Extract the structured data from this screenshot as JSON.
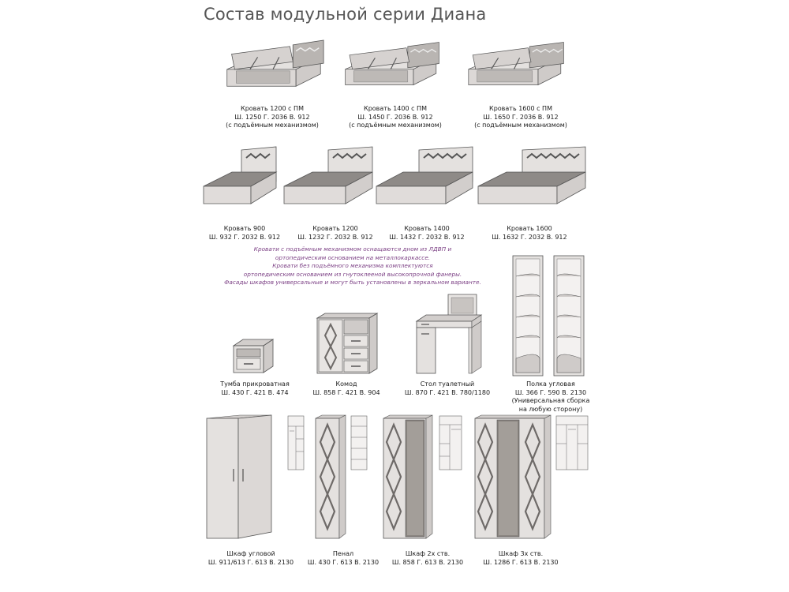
{
  "title": "Состав модульной серии Диана",
  "lift_beds": [
    {
      "name": "Кровать 1200 с ПМ",
      "dims": "Ш. 1250 Г. 2036 В. 912",
      "note": "(с подъёмным механизмом)"
    },
    {
      "name": "Кровать 1400 с ПМ",
      "dims": "Ш. 1450 Г. 2036 В. 912",
      "note": "(с подъёмным механизмом)"
    },
    {
      "name": "Кровать 1600 с ПМ",
      "dims": "Ш. 1650 Г. 2036 В. 912",
      "note": "(с подъёмным механизмом)"
    }
  ],
  "beds": [
    {
      "name": "Кровать 900",
      "dims": "Ш. 932 Г. 2032 В. 912"
    },
    {
      "name": "Кровать 1200",
      "dims": "Ш. 1232 Г. 2032 В. 912"
    },
    {
      "name": "Кровать 1400",
      "dims": "Ш. 1432 Г. 2032 В. 912"
    },
    {
      "name": "Кровать 1600",
      "dims": "Ш. 1632 Г. 2032 В. 912"
    }
  ],
  "notes": [
    "Кровати с подъёмным механизмом оснащаются дном из ЛДВП и",
    "ортопедическим основанием на металлокаркассе.",
    "Кровати без подъёмного механизма комплектуются",
    "ортопедическим основанием из гнутоклееной высокопрочной фанеры.",
    "Фасады шкафов универсальные и могут быть установлены в зеркальном варианте."
  ],
  "small_items": [
    {
      "name": "Тумба прикроватная",
      "dims": "Ш. 430 Г. 421 В. 474"
    },
    {
      "name": "Комод",
      "dims": "Ш. 858 Г. 421 В. 904"
    },
    {
      "name": "Стол туалетный",
      "dims": "Ш. 870 Г. 421 В. 780/1180"
    },
    {
      "name": "Полка угловая",
      "dims": "Ш. 366 Г. 590 В. 2130",
      "note1": "(Универсальная сборка",
      "note2": "на любую сторону)"
    }
  ],
  "wardrobes": [
    {
      "name": "Шкаф угловой",
      "dims": "Ш. 911/613 Г. 613 В. 2130"
    },
    {
      "name": "Пенал",
      "dims": "Ш. 430 Г. 613 В. 2130"
    },
    {
      "name": "Шкаф 2х ств.",
      "dims": "Ш. 858 Г. 613 В. 2130"
    },
    {
      "name": "Шкаф 3х ств.",
      "dims": "Ш. 1286 Г. 613 В. 2130"
    }
  ],
  "colors": {
    "wood": "#e4e1df",
    "wood_dark": "#c8c4c1",
    "inner": "#cfcbc9",
    "line": "#555555",
    "note_text": "#7b3f84",
    "mirror": "#8a8580",
    "diamond": "#6e6a68"
  }
}
